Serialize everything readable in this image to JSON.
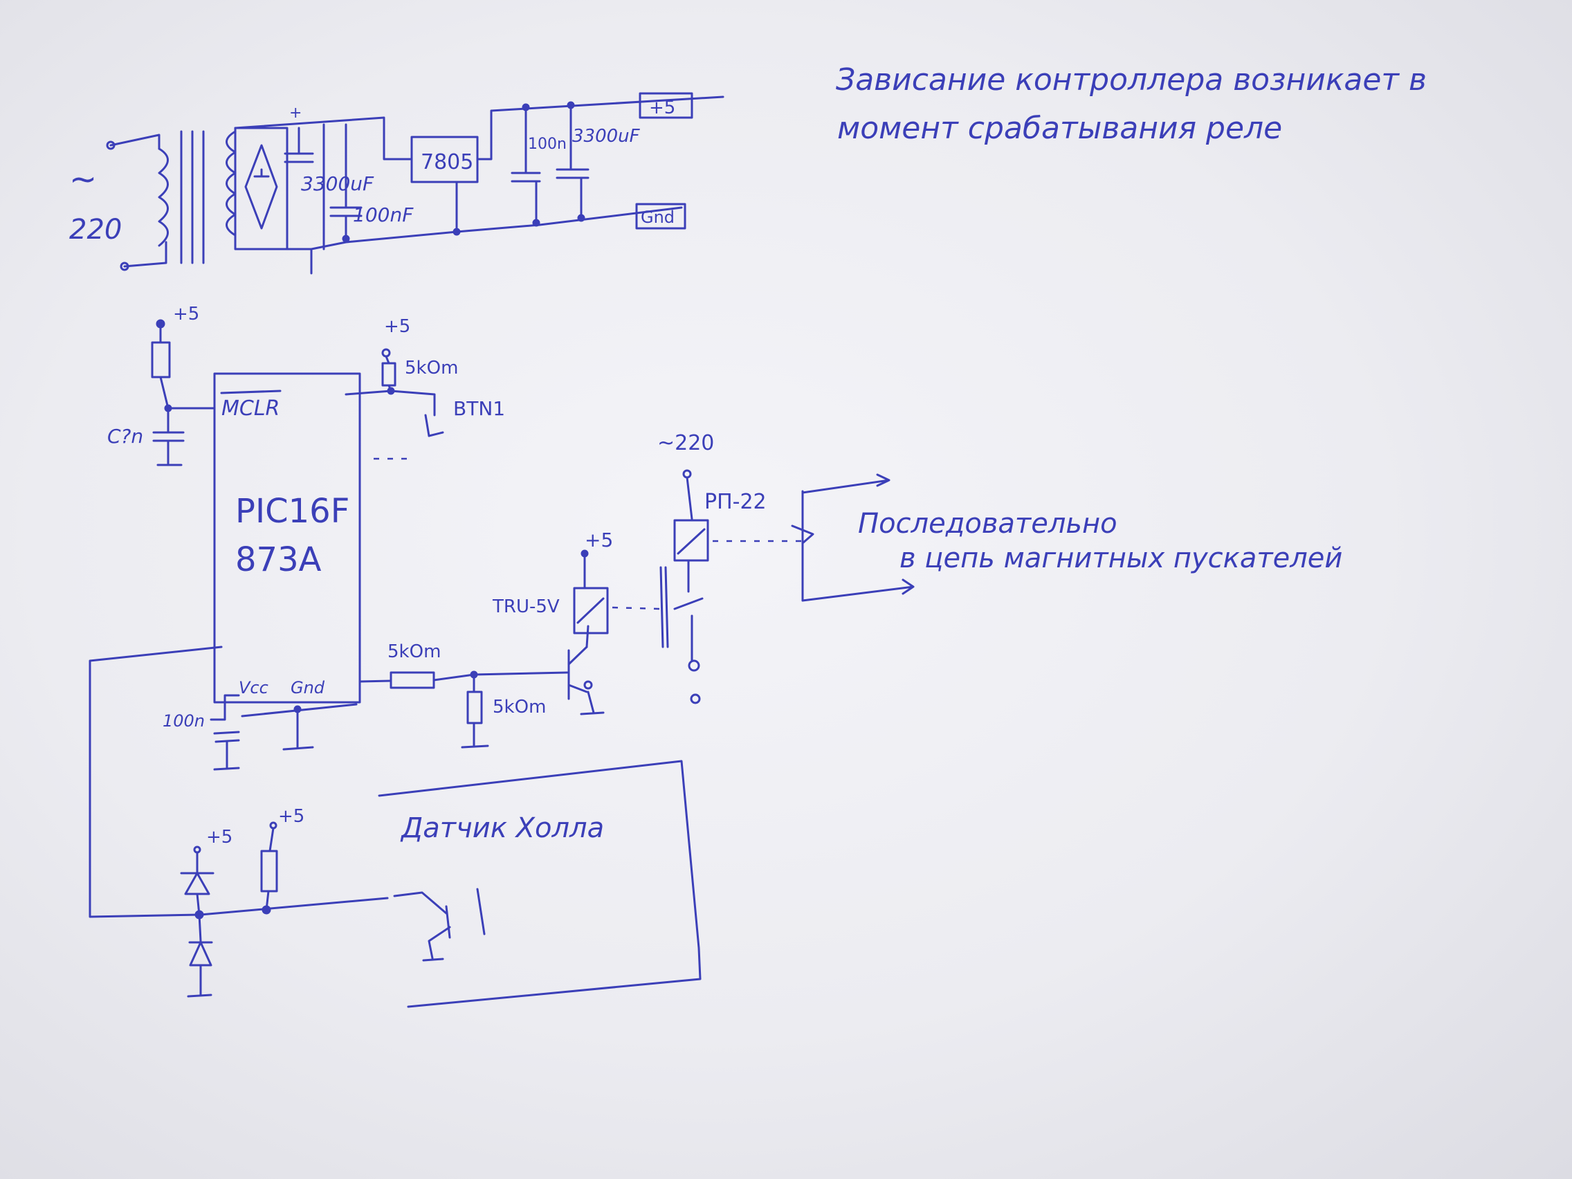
{
  "note": {
    "line1": "Зависание контроллера возникает в",
    "line2": "момент срабатывания реле"
  },
  "power_supply": {
    "mains_label": "220",
    "mains_symbol": "~",
    "cap_main": "3300uF",
    "cap_small": "100nF",
    "regulator": "7805",
    "cap_out_small": "100n",
    "cap_out_big": "3300uF",
    "out_pos": "+5",
    "out_gnd": "Gnd",
    "plus_mark": "+"
  },
  "mcu": {
    "name_line1": "PIC16F",
    "name_line2": "873A",
    "mclr": "MCLR",
    "vcc": "Vcc",
    "gnd": "Gnd",
    "mclr_supply": "+5",
    "mclr_cap": "C?n",
    "decoupling": "100n"
  },
  "button": {
    "supply": "+5",
    "resistor": "5kOm",
    "label": "BTN1"
  },
  "driver": {
    "base_resistor": "5kOm",
    "pulldown_resistor": "5kOm",
    "relay_supply": "+5",
    "relay_small": "TRU-5V"
  },
  "power_relay": {
    "supply": "~220",
    "label": "РП-22",
    "output_note_line1": "Последовательно",
    "output_note_line2": "в цепь магнитных пускателей"
  },
  "hall": {
    "title": "Датчик Холла",
    "zener_supply": "+5",
    "pullup_supply": "+5"
  }
}
